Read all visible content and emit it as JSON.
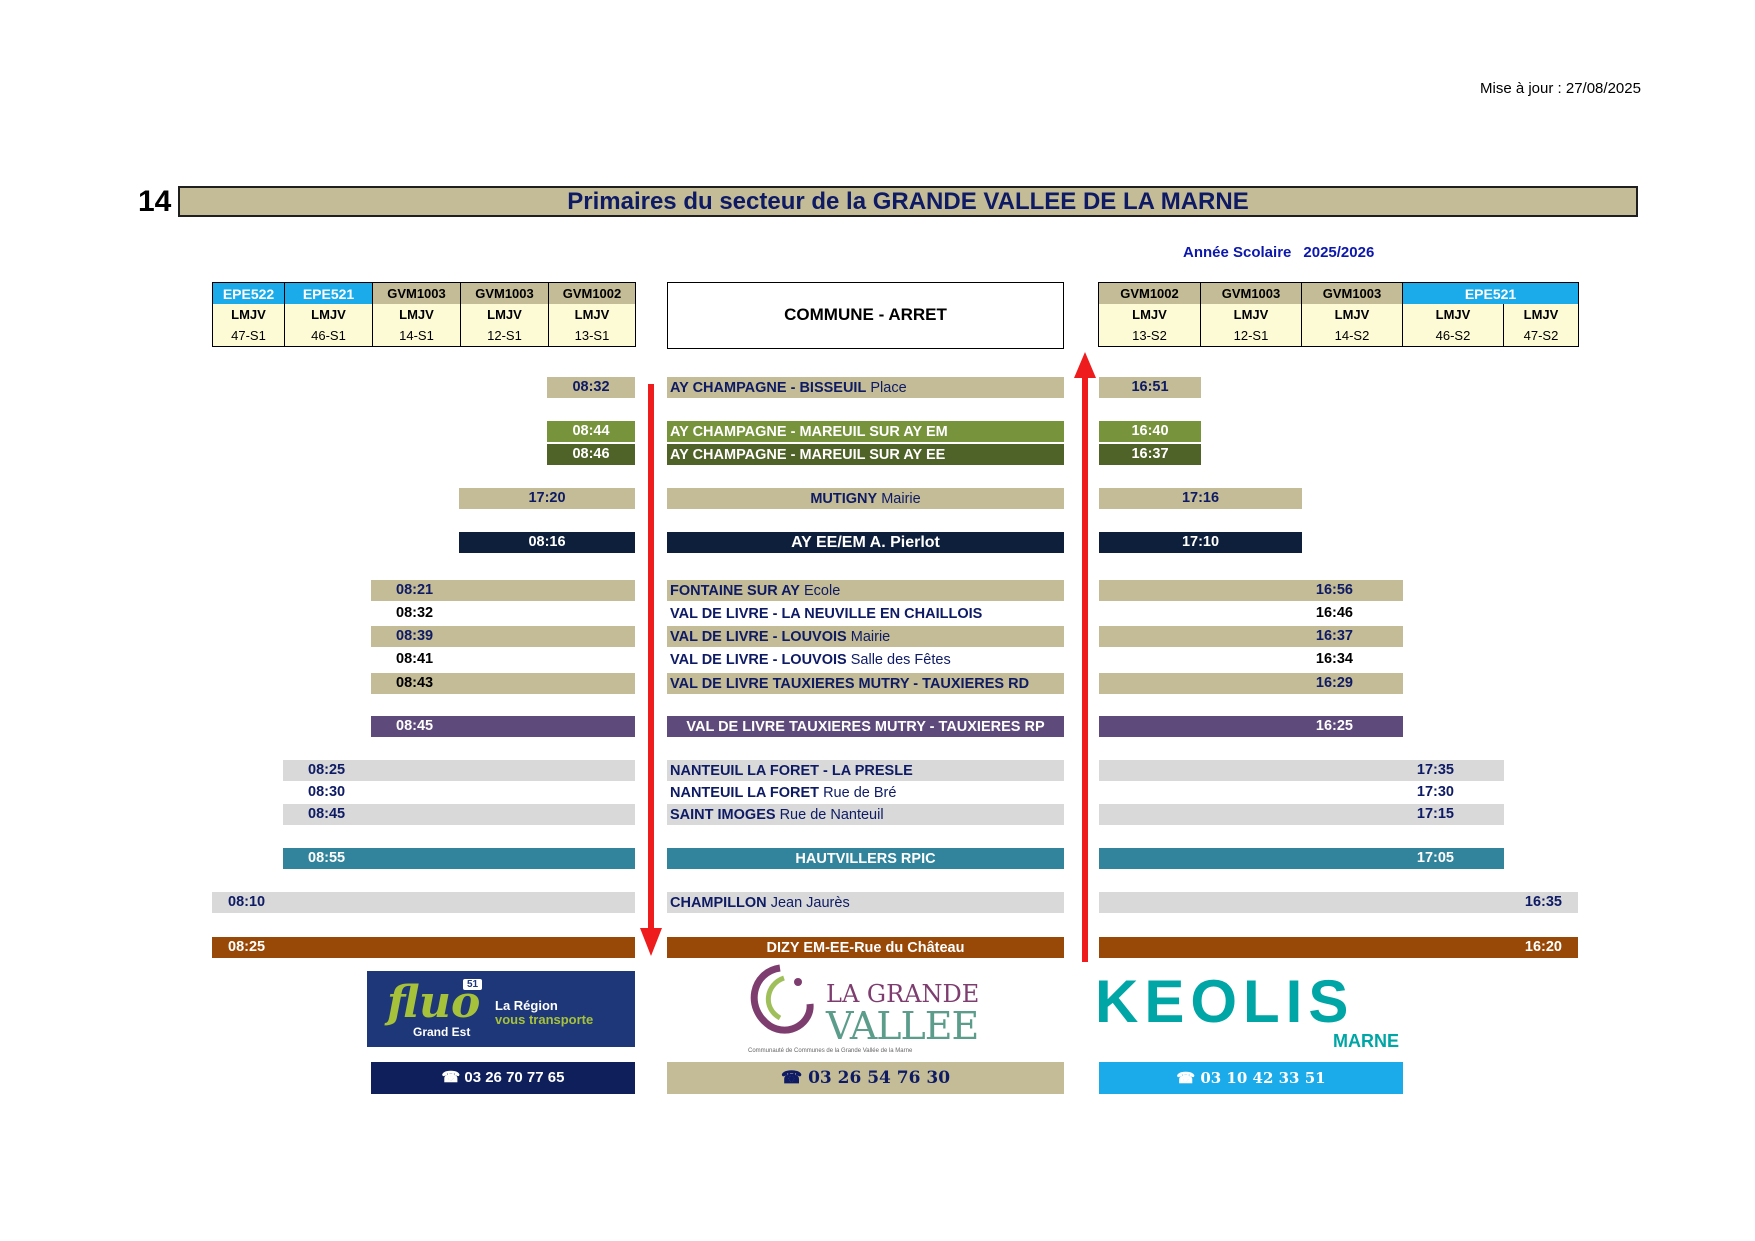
{
  "update": "Mise à jour : 27/08/2025",
  "route_number": "14",
  "title": "Primaires du secteur de la GRANDE VALLEE DE LA MARNE",
  "year_label": "Année Scolaire",
  "year_value": "2025/2026",
  "left_header": {
    "services": [
      "EPE522",
      "EPE521",
      "GVM1003",
      "GVM1003",
      "GVM1002"
    ],
    "days": [
      "LMJV",
      "LMJV",
      "LMJV",
      "LMJV",
      "LMJV"
    ],
    "codes": [
      "47-S1",
      "46-S1",
      "14-S1",
      "12-S1",
      "13-S1"
    ]
  },
  "commune_header": "COMMUNE - ARRET",
  "right_header": {
    "services": [
      "GVM1002",
      "GVM1003",
      "GVM1003",
      "EPE521"
    ],
    "days": [
      "LMJV",
      "LMJV",
      "LMJV",
      "LMJV",
      "LMJV"
    ],
    "codes": [
      "13-S2",
      "12-S1",
      "14-S2",
      "46-S2",
      "47-S2"
    ]
  },
  "rows": [
    {
      "stop_bold": "AY CHAMPAGNE - BISSEUIL",
      "stop_rest": "Place",
      "am": "08:32",
      "pm": "16:51"
    },
    {
      "stop_bold": "AY CHAMPAGNE - MAREUIL SUR AY EM",
      "stop_rest": "",
      "am": "08:44",
      "pm": "16:40"
    },
    {
      "stop_bold": "AY CHAMPAGNE - MAREUIL SUR AY EE",
      "stop_rest": "",
      "am": "08:46",
      "pm": "16:37"
    },
    {
      "stop_bold": "MUTIGNY",
      "stop_rest": "Mairie",
      "am": "17:20",
      "pm": "17:16"
    },
    {
      "stop_bold": "AY EE/EM A. Pierlot",
      "stop_rest": "",
      "am": "08:16",
      "pm": "17:10"
    },
    {
      "stop_bold": "FONTAINE SUR AY",
      "stop_rest": "Ecole",
      "am": "08:21",
      "pm": "16:56"
    },
    {
      "stop_bold": "VAL DE LIVRE - LA NEUVILLE EN CHAILLOIS",
      "stop_rest": "",
      "am": "08:32",
      "pm": "16:46"
    },
    {
      "stop_bold": "VAL DE LIVRE - LOUVOIS",
      "stop_rest": "Mairie",
      "am": "08:39",
      "pm": "16:37"
    },
    {
      "stop_bold": "VAL DE LIVRE - LOUVOIS",
      "stop_rest": "Salle des Fêtes",
      "am": "08:41",
      "pm": "16:34"
    },
    {
      "stop_bold": "VAL DE LIVRE TAUXIERES MUTRY - TAUXIERES RD",
      "stop_rest": "",
      "am": "08:43",
      "pm": "16:29"
    },
    {
      "stop_bold": "VAL DE LIVRE TAUXIERES MUTRY - TAUXIERES RP",
      "stop_rest": "",
      "am": "08:45",
      "pm": "16:25"
    },
    {
      "stop_bold": "NANTEUIL LA FORET - LA PRESLE",
      "stop_rest": "",
      "am": "08:25",
      "pm": "17:35"
    },
    {
      "stop_bold": "NANTEUIL LA FORET",
      "stop_rest": "Rue de Bré",
      "am": "08:30",
      "pm": "17:30"
    },
    {
      "stop_bold": "SAINT IMOGES",
      "stop_rest": "Rue de Nanteuil",
      "am": "08:45",
      "pm": "17:15"
    },
    {
      "stop_bold": "HAUTVILLERS RPIC",
      "stop_rest": "",
      "am": "08:55",
      "pm": "17:05"
    },
    {
      "stop_bold": "CHAMPILLON",
      "stop_rest": "Jean Jaurès",
      "am": "08:10",
      "pm": "16:35"
    },
    {
      "stop_bold": "DIZY EM-EE-Rue du Château",
      "stop_rest": "",
      "am": "08:25",
      "pm": "16:20"
    }
  ],
  "footer": {
    "fluo_word": "fluo",
    "fluo_num": "51",
    "fluo_sub": "Grand Est",
    "fluo_tag1": "La Région",
    "fluo_tag2": "vous transporte",
    "gv_line1": "LA GRANDE",
    "gv_line2": "VALLEE",
    "gv_sub": "Communauté de Communes de la Grande Vallée de la Marne",
    "keolis_word": "KEOLIS",
    "keolis_sub": "MARNE",
    "phone_fluo": "☎ 03 26 70 77 65",
    "phone_gv": "☎ 03 26 54 76 30",
    "phone_keolis": "☎ 03 10 42 33 51"
  },
  "colors": {
    "tan": "#c4bc96",
    "navy_text": "#0e1b64",
    "arrow_red": "#ee1c1c",
    "epe_blue": "#1cabea",
    "keolis_teal": "#00a5a5"
  }
}
